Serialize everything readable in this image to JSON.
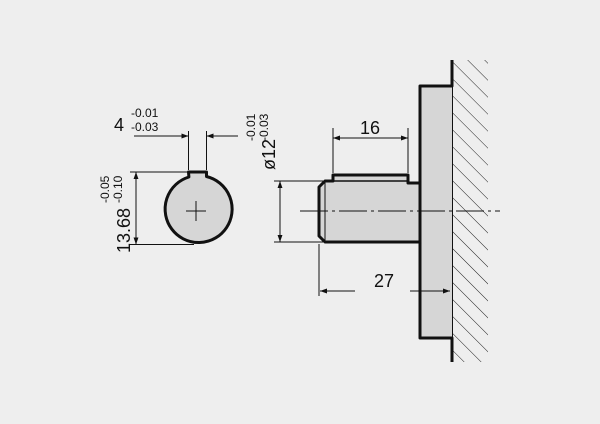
{
  "colors": {
    "background": "#eeeeee",
    "outline": "#111111",
    "part_fill": "#d6d6d6",
    "wall_hatch": "#222222"
  },
  "dimensions": {
    "key_width": {
      "nominal": "4",
      "upper": "-0.01",
      "lower": "-0.03"
    },
    "key_height": {
      "nominal": "13.68",
      "upper": "-0.05",
      "lower": "-0.10"
    },
    "shaft_diameter": {
      "nominal": "ø12",
      "upper": "-0.01",
      "lower": "-0.03"
    },
    "keyway_length": "16",
    "shaft_length": "27"
  }
}
